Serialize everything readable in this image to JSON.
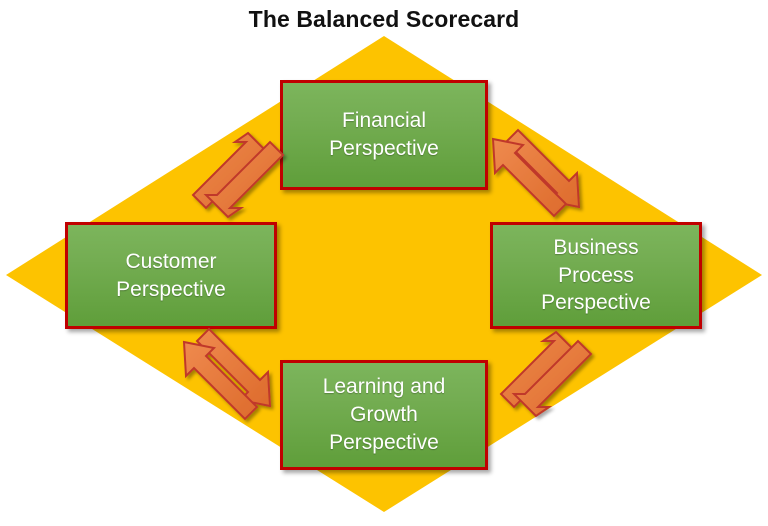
{
  "title": "The Balanced Scorecard",
  "colors": {
    "background": "#ffffff",
    "diamond": "#fdc300",
    "box_fill_top": "#7cb55c",
    "box_fill_bottom": "#5f9e3a",
    "box_border": "#c00000",
    "arrow_fill": "#e8743b",
    "arrow_border": "#c0392b",
    "title_text": "#111111",
    "box_text": "#ffffff"
  },
  "diagram": {
    "type": "cycle-diagram",
    "shape": "diamond",
    "boxes": [
      {
        "id": "financial",
        "label": "Financial\nPerspective",
        "line1": "Financial",
        "line2": "Perspective",
        "line3": "",
        "position": "top"
      },
      {
        "id": "customer",
        "label": "Customer\nPerspective",
        "line1": "Customer",
        "line2": "Perspective",
        "line3": "",
        "position": "left"
      },
      {
        "id": "business-process",
        "label": "Business\nProcess\nPerspective",
        "line1": "Business",
        "line2": "Process",
        "line3": "Perspective",
        "position": "right"
      },
      {
        "id": "learning-growth",
        "label": "Learning and\nGrowth\nPerspective",
        "line1": "Learning and",
        "line2": "Growth",
        "line3": "Perspective",
        "position": "bottom"
      }
    ],
    "connectors": [
      {
        "id": "customer-financial",
        "between": [
          "Customer Perspective",
          "Financial Perspective"
        ],
        "style": "double-arrow",
        "direction": "bidirectional",
        "location": "top-left"
      },
      {
        "id": "financial-business",
        "between": [
          "Financial Perspective",
          "Business Process Perspective"
        ],
        "style": "double-arrow",
        "direction": "bidirectional",
        "location": "top-right"
      },
      {
        "id": "customer-learning",
        "between": [
          "Customer Perspective",
          "Learning and Growth Perspective"
        ],
        "style": "double-arrow",
        "direction": "bidirectional",
        "location": "bottom-left"
      },
      {
        "id": "learning-business",
        "between": [
          "Learning and Growth Perspective",
          "Business Process Perspective"
        ],
        "style": "double-arrow",
        "direction": "bidirectional",
        "location": "bottom-right"
      }
    ]
  }
}
